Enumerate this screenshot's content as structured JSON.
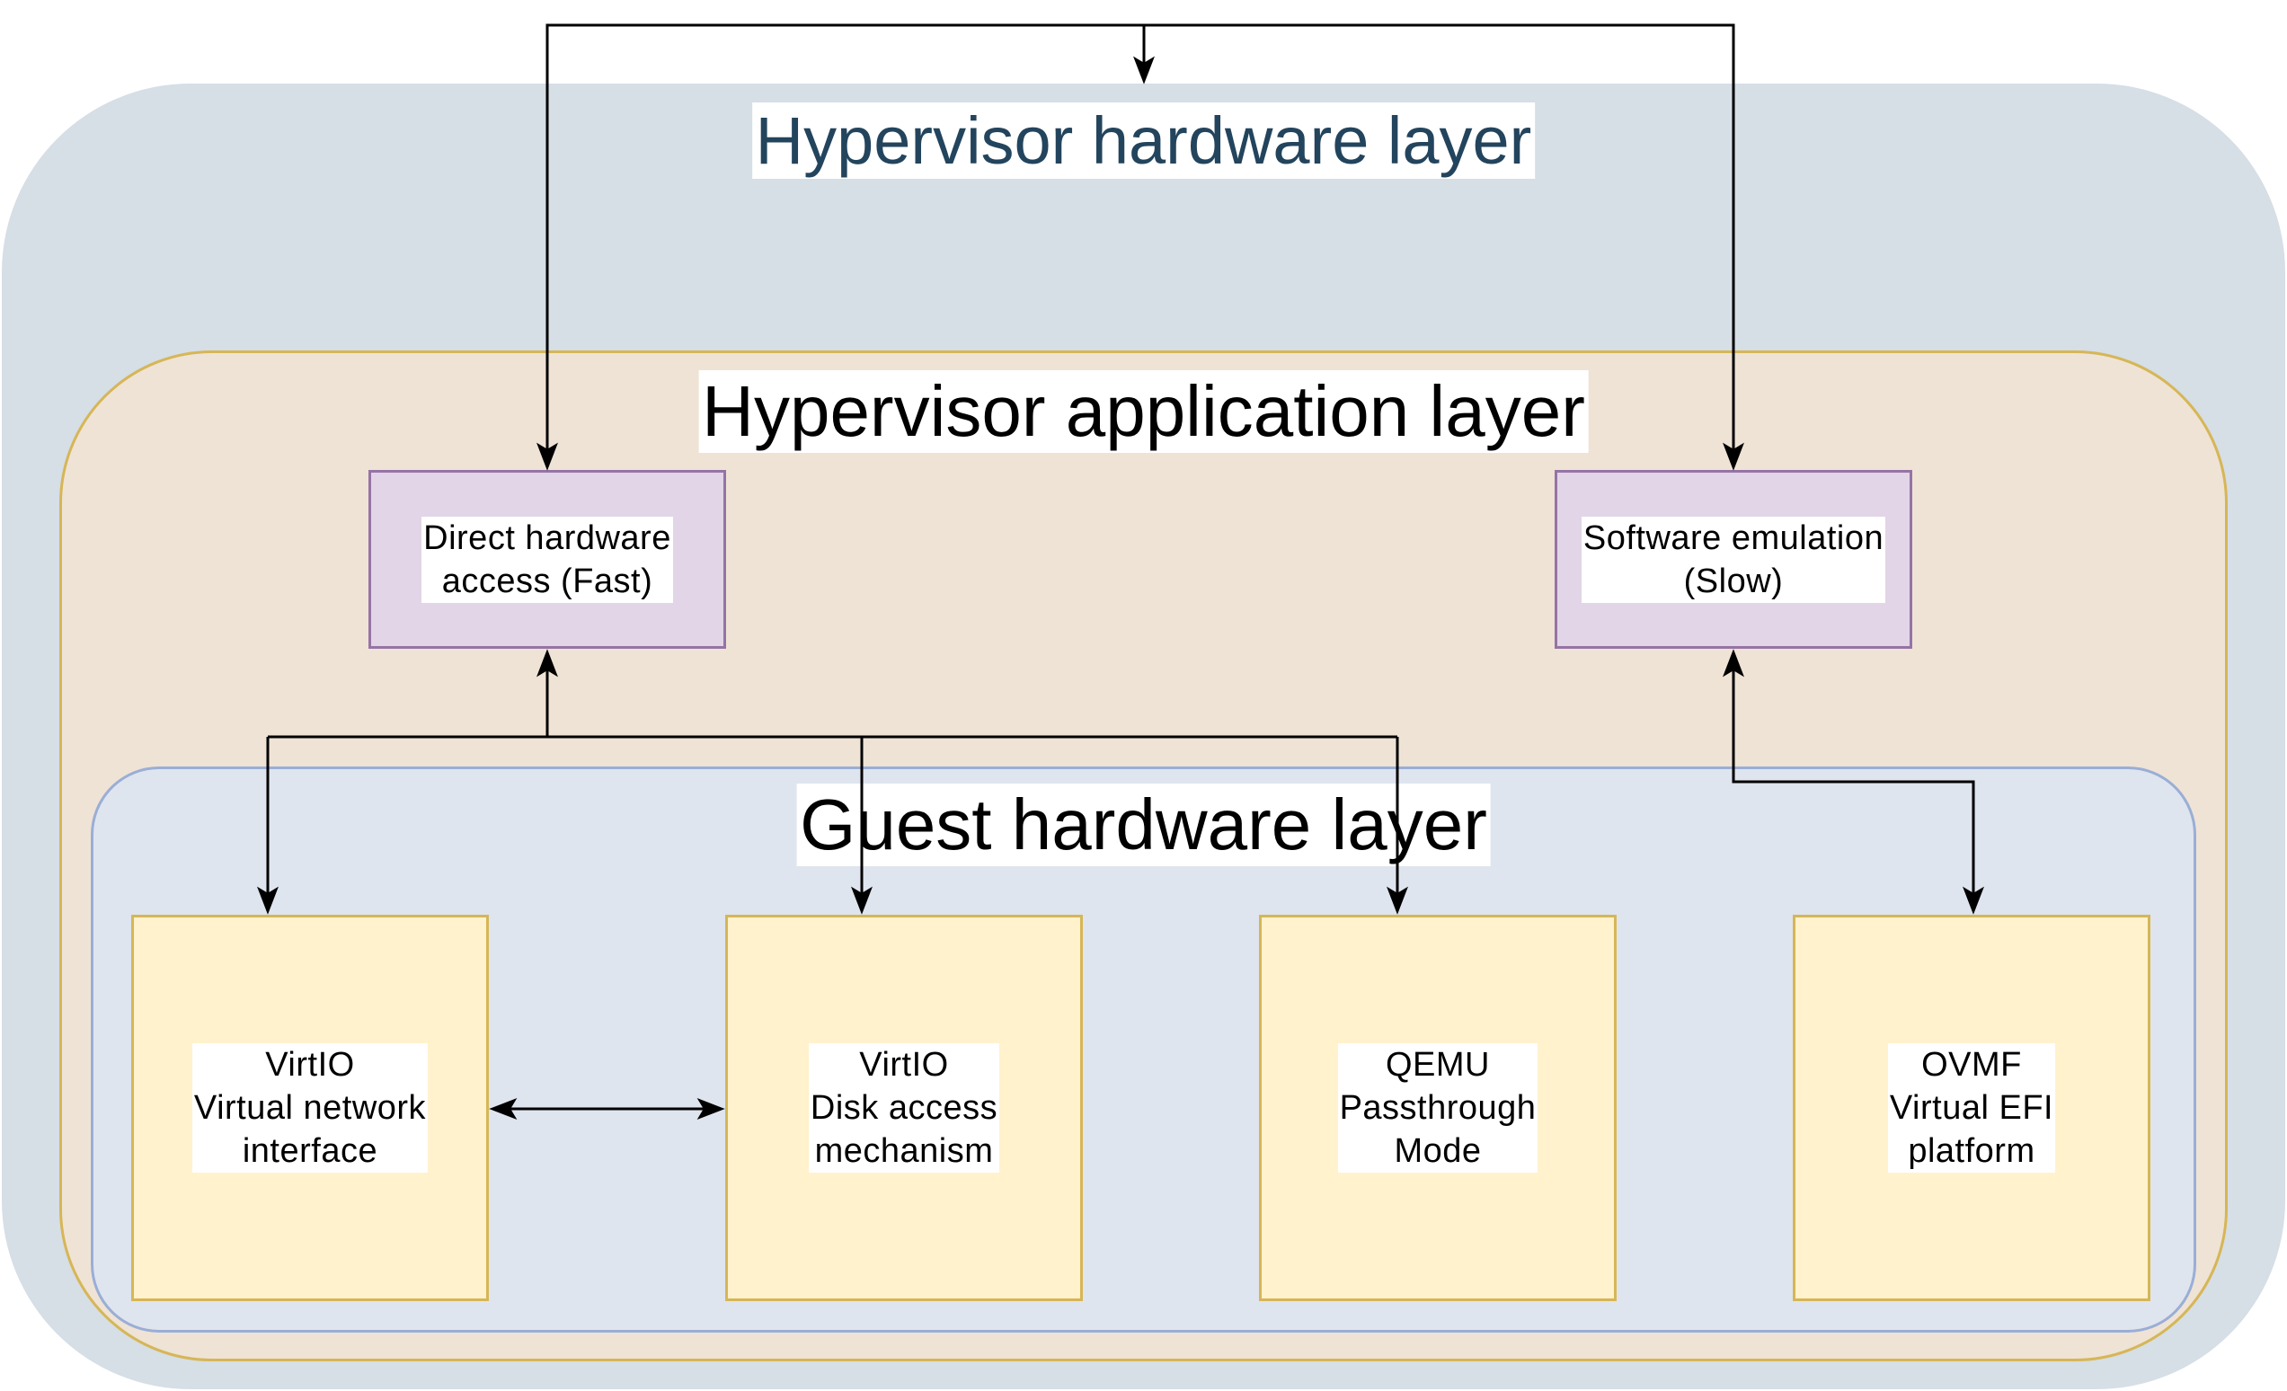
{
  "colors": {
    "hardware_layer_fill": "#d6dee6",
    "application_layer_fill": "#efe3d6",
    "application_layer_border": "#d6b656",
    "guest_layer_fill": "#dfe5ee",
    "guest_layer_border": "#9aaed6",
    "purple_box_fill": "#e1d5e7",
    "purple_box_border": "#9673a6",
    "yellow_box_fill": "#fff2cc",
    "yellow_box_border": "#d6b656",
    "hardware_title_color": "#23445d",
    "connector_color": "#000000"
  },
  "layers": {
    "hardware": {
      "title": "Hypervisor hardware layer"
    },
    "application": {
      "title": "Hypervisor application layer"
    },
    "guest": {
      "title": "Guest hardware layer"
    }
  },
  "app_boxes": {
    "direct": {
      "line1": "Direct hardware",
      "line2": "access (Fast)"
    },
    "software": {
      "line1": "Software emulation",
      "line2": "(Slow)"
    }
  },
  "guest_boxes": {
    "virtio_net": {
      "line1": "VirtIO",
      "line2": "Virtual network",
      "line3": "interface"
    },
    "virtio_disk": {
      "line1": "VirtIO",
      "line2": "Disk access",
      "line3": "mechanism"
    },
    "qemu": {
      "line1": "QEMU",
      "line2": "Passthrough",
      "line3": "Mode"
    },
    "ovmf": {
      "line1": "OVMF",
      "line2": "Virtual EFI",
      "line3": "platform"
    }
  }
}
